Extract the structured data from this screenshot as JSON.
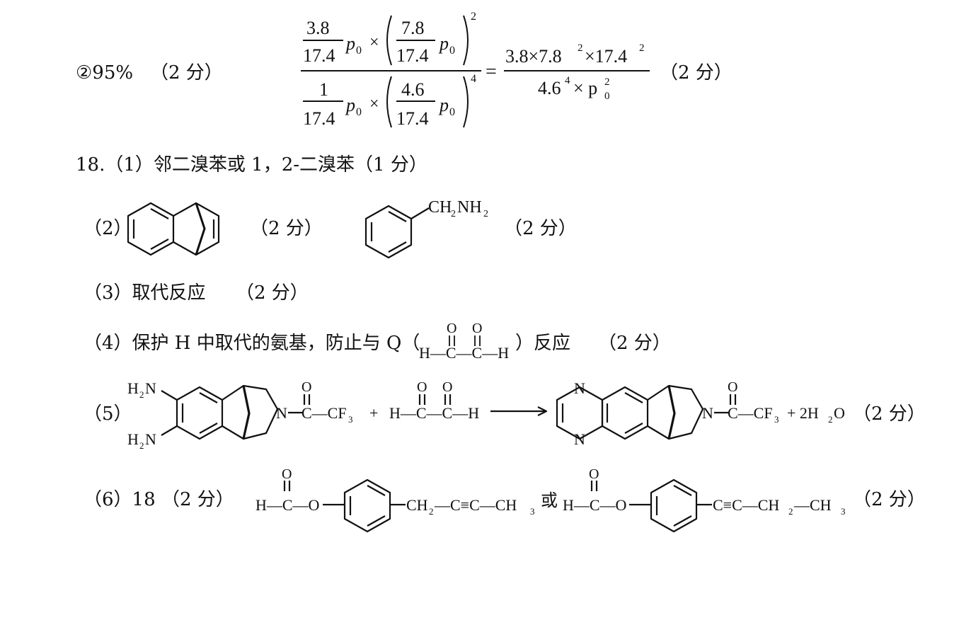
{
  "part17": {
    "prefix": "②95%",
    "score": "（2 分）",
    "expr": {
      "n_coef_num": "3.8",
      "n_coef_den": "17.4",
      "p0": "p",
      "p0_sub": "0",
      "n_in_num": "7.8",
      "n_in_den": "17.4",
      "n_exp": "2",
      "d_coef_num": "1",
      "d_coef_den": "17.4",
      "d_in_num": "4.6",
      "d_in_den": "17.4",
      "d_exp": "4",
      "times": "×",
      "eq": "=",
      "rhs_num": "3.8×7.8",
      "rhs_num_exp1": "2",
      "rhs_num_mid": "×17.4",
      "rhs_num_exp2": "2",
      "rhs_den": "4.6",
      "rhs_den_exp": "4",
      "rhs_den_tail": "× p",
      "rhs_den_p_sub": "0",
      "rhs_den_p_sup": "2"
    },
    "score2": "（2 分）"
  },
  "q18": {
    "item1": "18.（1）邻二溴苯或 1，2-二溴苯（1 分）",
    "item2": {
      "label": "（2）",
      "score_a": "（2 分）",
      "benzylamine": {
        "ch": "CH",
        "sub2": "2",
        "nh": "NH",
        "sub2b": "2"
      },
      "score_b": "（2 分）"
    },
    "item3": {
      "text": "（3）取代反应",
      "score": "（2 分）"
    },
    "item4": {
      "text_a": "（4）保护 H 中取代的氨基，防止与 Q（",
      "glyoxal": "H—C—C—H",
      "o": "O",
      "text_b": "）反应",
      "score": "（2 分）"
    },
    "item5": {
      "label": "（5）",
      "h2n_top": "H",
      "h2n_top_sub": "2",
      "h2n_top_n": "N",
      "h2n_bot": "H",
      "h2n_bot_sub": "2",
      "h2n_bot_n": "N",
      "n": "N",
      "tfa": "C—CF",
      "tfa_sub": "3",
      "o": "O",
      "plus": "+",
      "glyoxal": "H—C—C—H",
      "product_n": "N",
      "product_tail": "+ 2H",
      "h2o_sub": "2",
      "h2o_o": "O",
      "score": "（2 分）"
    },
    "item6": {
      "label": "（6）18",
      "score_a": "（2 分）",
      "hco": "H—C—O",
      "o": "O",
      "chain_a": "CH",
      "chain_a_sub": "2",
      "chain_a_tail": "—C≡C—CH",
      "chain_a_sub2": "3",
      "or": "或",
      "chain_b": "C≡C—CH",
      "chain_b_sub": "2",
      "chain_b_tail": "—CH",
      "chain_b_sub2": "3",
      "score_b": "（2 分）"
    }
  }
}
